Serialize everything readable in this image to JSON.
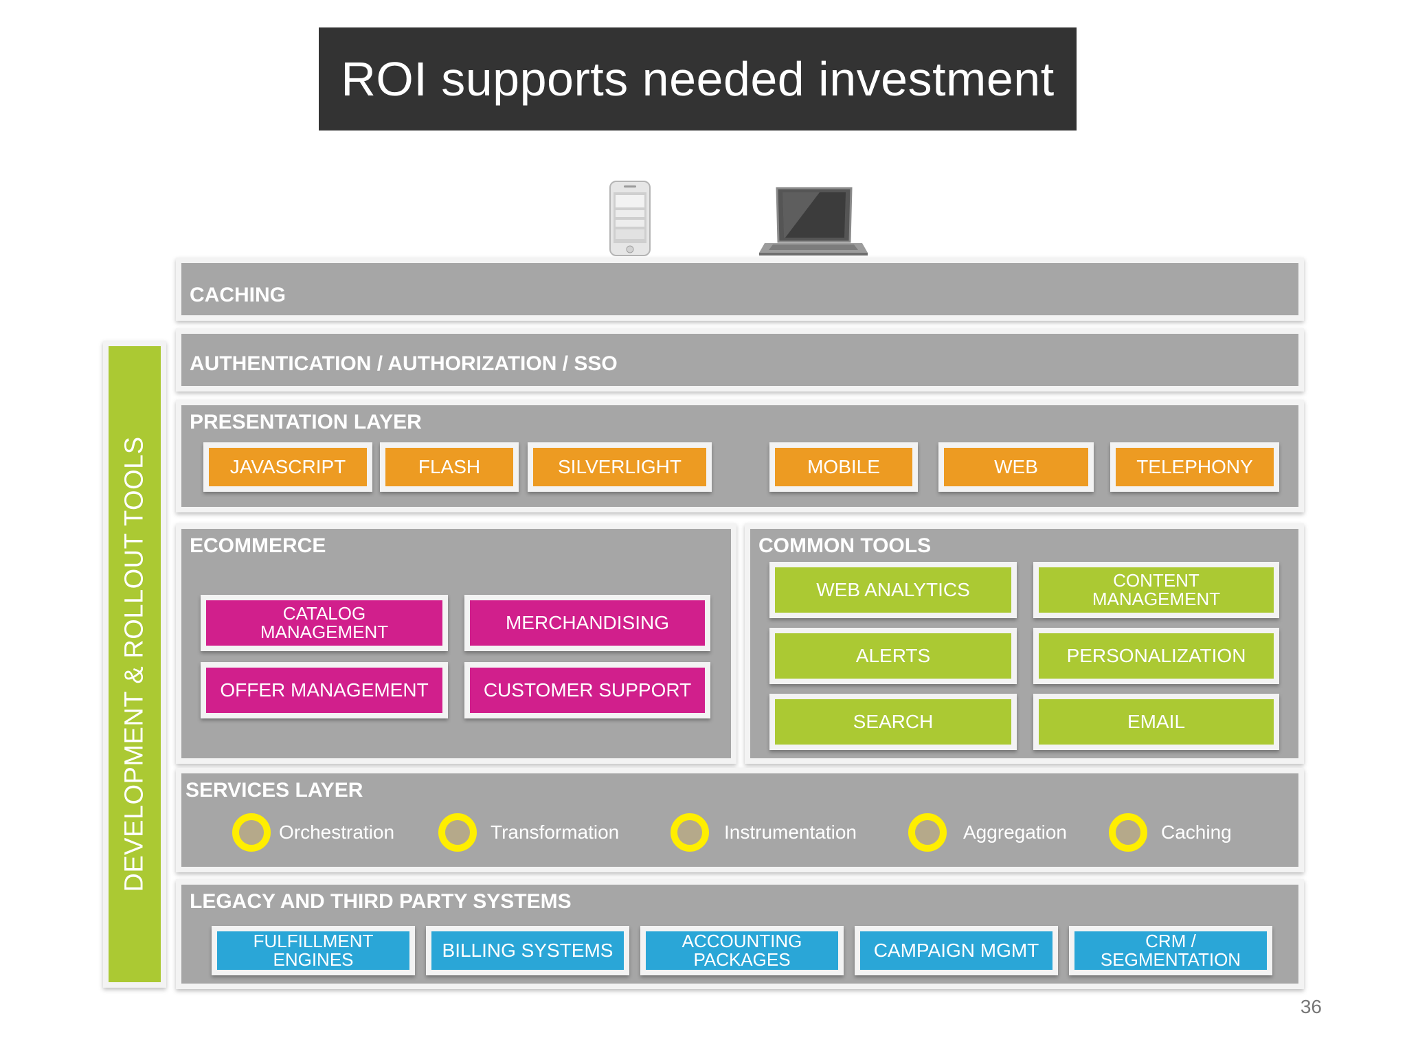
{
  "title": "ROI supports needed investment",
  "devices": [
    {
      "icon": "smartphone-icon"
    },
    {
      "icon": "laptop-icon"
    }
  ],
  "side_bar": {
    "label": "DEVELOPMENT & ROLLOUT TOOLS"
  },
  "layers": {
    "caching": {
      "label": "CACHING"
    },
    "auth": {
      "label": "AUTHENTICATION / AUTHORIZATION / SSO"
    },
    "presentation": {
      "label": "PRESENTATION  LAYER",
      "items": [
        "JAVASCRIPT",
        "FLASH",
        "SILVERLIGHT",
        "MOBILE",
        "WEB",
        "TELEPHONY"
      ]
    },
    "ecommerce": {
      "label": "ECOMMERCE",
      "items": [
        "CATALOG\nMANAGEMENT",
        "MERCHANDISING",
        "OFFER MANAGEMENT",
        "CUSTOMER SUPPORT"
      ]
    },
    "common_tools": {
      "label": "COMMON TOOLS",
      "items": [
        "WEB ANALYTICS",
        "CONTENT\nMANAGEMENT",
        "ALERTS",
        "PERSONALIZATION",
        "SEARCH",
        "EMAIL"
      ]
    },
    "services": {
      "label": "SERVICES LAYER",
      "items": [
        "Orchestration",
        "Transformation",
        "Instrumentation",
        "Aggregation",
        "Caching"
      ]
    },
    "legacy": {
      "label": "LEGACY AND THIRD PARTY SYSTEMS",
      "items": [
        "FULFILLMENT\nENGINES",
        "BILLING SYSTEMS",
        "ACCOUNTING\nPACKAGES",
        "CAMPAIGN MGMT",
        "CRM /\nSEGMENTATION"
      ]
    }
  },
  "colors": {
    "title_bg": "#333333",
    "panel_gray": "#a6a6a6",
    "orange": "#ed9b22",
    "magenta": "#d11f8c",
    "lime": "#abc933",
    "blue": "#2aa6d7",
    "ring_yellow": "#ffee00"
  },
  "page_number": "36"
}
